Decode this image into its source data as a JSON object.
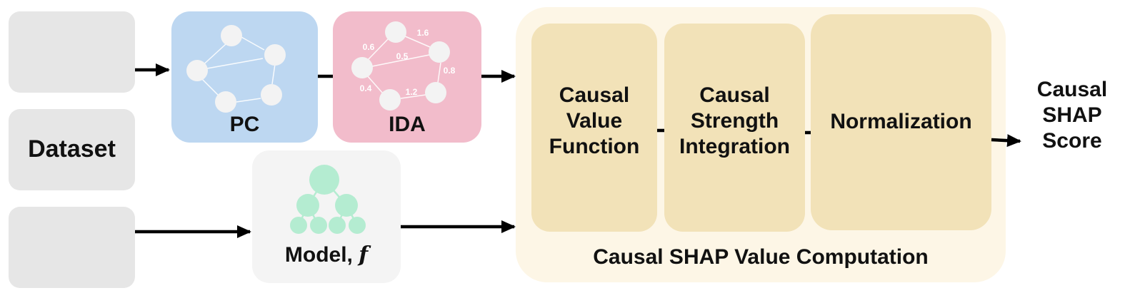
{
  "dataset": {
    "label": "Dataset"
  },
  "pc": {
    "label": "PC"
  },
  "ida": {
    "label": "IDA",
    "edge_weights": [
      "0.6",
      "1.6",
      "0.5",
      "0.8",
      "0.4",
      "1.2"
    ]
  },
  "model": {
    "label": "Model, ",
    "symbol": "f"
  },
  "computation": {
    "title": "Causal SHAP Value Computation",
    "steps": [
      {
        "label": "Causal\nValue\nFunction"
      },
      {
        "label": "Causal\nStrength\nIntegration"
      },
      {
        "label": "Normalization"
      }
    ]
  },
  "output": {
    "label": "Causal\nSHAP\nScore"
  },
  "colors": {
    "dataset_box": "#e6e6e6",
    "pc_box": "#bdd7f1",
    "ida_box": "#f2bccb",
    "model_box": "#f4f4f4",
    "computation_container": "#fdf6e6",
    "step_box": "#f2e2b8",
    "graph_node": "#f3f3f3",
    "tree_node": "#b4ecd1",
    "arrow": "#000000"
  }
}
